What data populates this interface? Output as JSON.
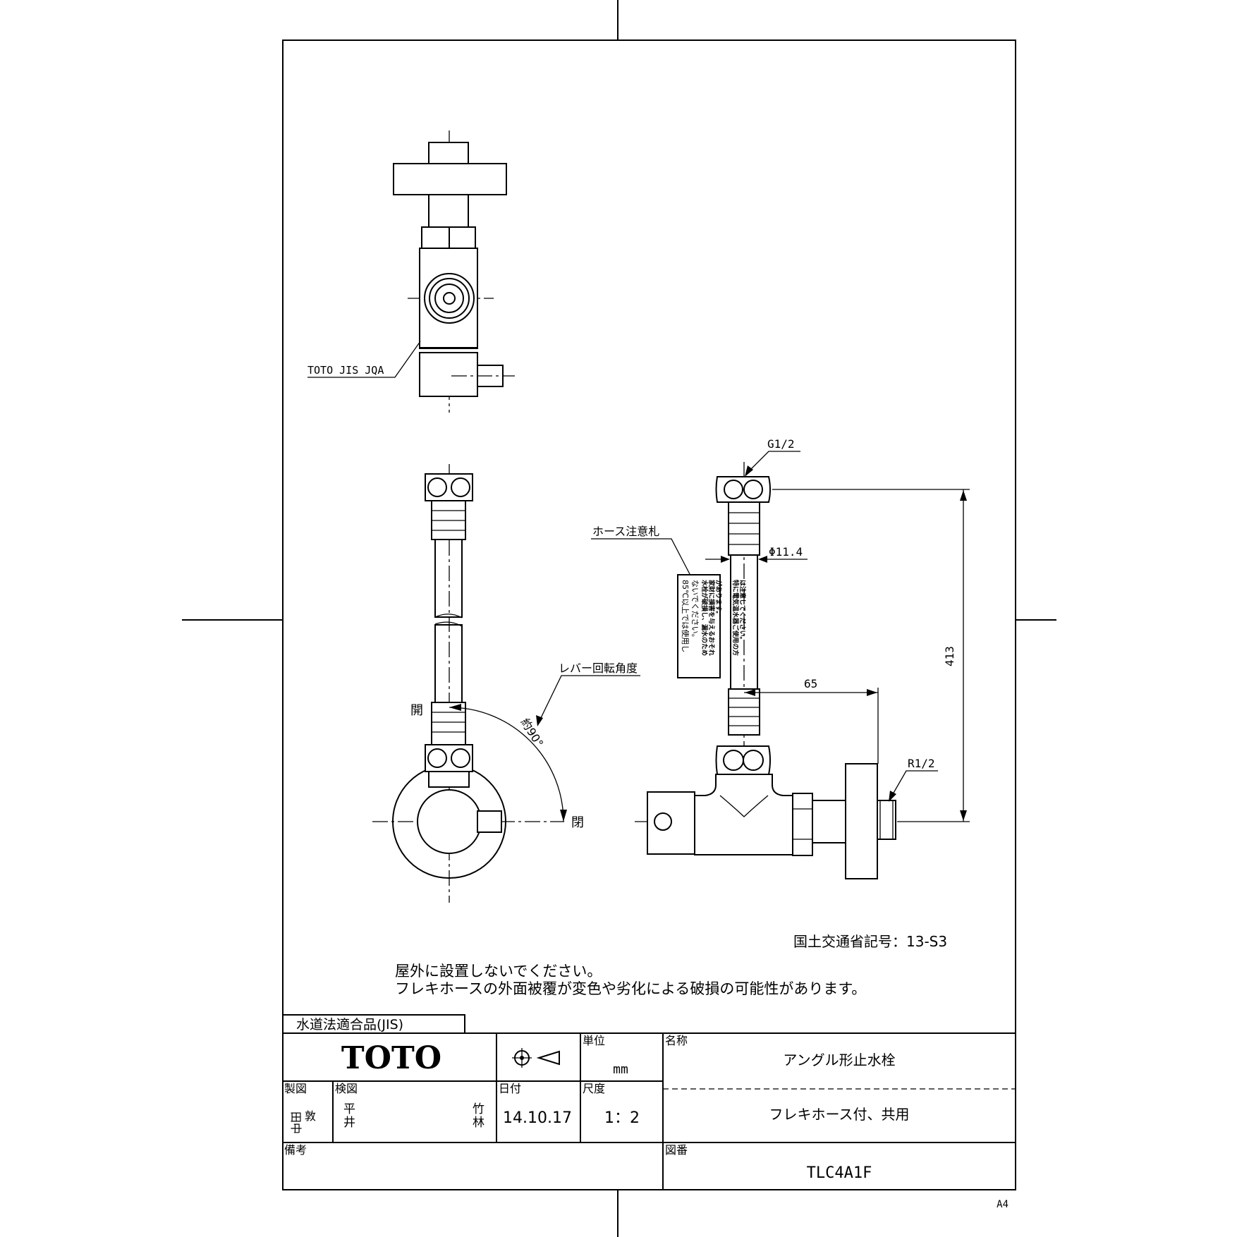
{
  "title_block": {
    "compliance": "水道法適合品(JIS)",
    "brand": "TOTO",
    "unit_label": "単位",
    "unit_value": "mm",
    "name_label": "名称",
    "product_name": "アングル形止水栓",
    "product_subtitle": "フレキホース付、共用",
    "drawn_label": "製図",
    "drawn_by_line1": "田中",
    "drawn_by_line2": "敦",
    "checked_label": "検図",
    "checked_by_1a": "平",
    "checked_by_1b": "井",
    "checked_by_2a": "竹",
    "checked_by_2b": "林",
    "date_label": "日付",
    "date_value": "14.10.17",
    "scale_label": "尺度",
    "scale_value": "1：2",
    "remarks_label": "備考",
    "drawing_no_label": "図番",
    "drawing_no": "TLC4A1F",
    "paper_size": "A4"
  },
  "notes": {
    "ministry_code": "国土交通省記号：13-S3",
    "caution_line1": "屋外に設置しないでください。",
    "caution_line2": "フレキホースの外面被覆が変色や劣化による破損の可能性があります。"
  },
  "labels": {
    "marking": "TOTO JIS JQA",
    "thread_top": "G1/2",
    "hose_tag": "ホース注意札",
    "hose_diameter": "Φ11.4",
    "lever_angle": "レバー回転角度",
    "angle_value": "約90°",
    "open": "開",
    "closed": "閉",
    "thread_bottom": "R1/2",
    "dim_height": "413",
    "dim_offset": "65"
  },
  "hose_tag_text": [
    "85℃以上では使用し",
    "ないでください。",
    "水栓が破損し、漏水のため",
    "家財に損害を与えるおそれ",
    "があります。",
    "特に電気温水器ご使用の方",
    "は注意してください。"
  ]
}
